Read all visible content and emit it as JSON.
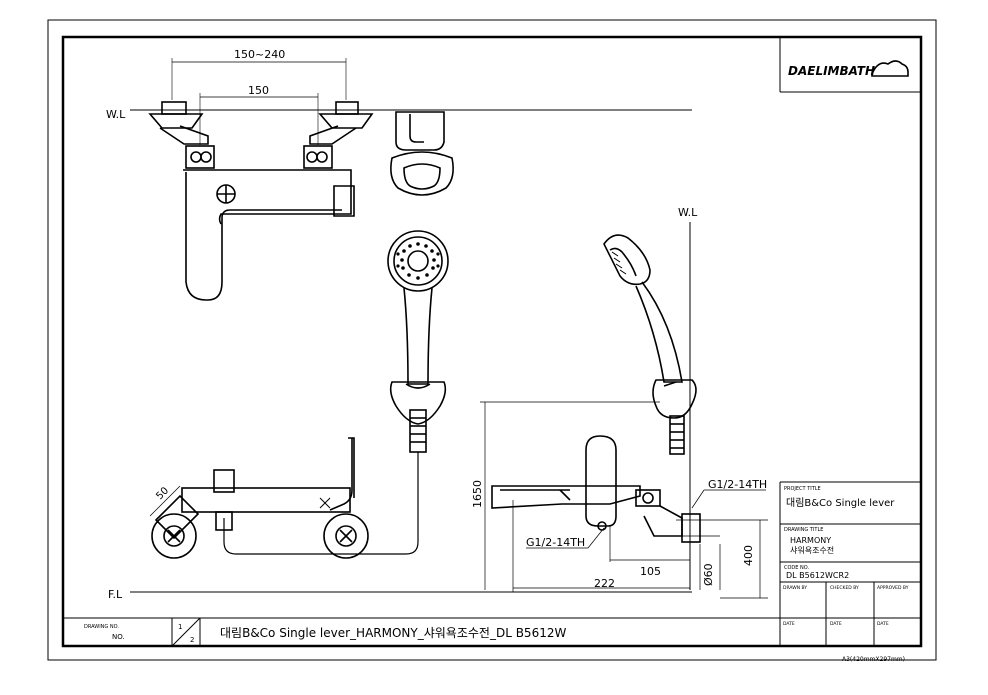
{
  "header": {
    "logo_text": "DAELIMBATH"
  },
  "dimensions": {
    "range_150_240": "150~240",
    "d150": "150",
    "wl_left": "W.L",
    "wl_right": "W.L",
    "fl": "F.L",
    "d50": "50",
    "d1650": "1650",
    "thread_top": "G1/2-14TH",
    "thread_bottom": "G1/2-14TH",
    "d105": "105",
    "d222": "222",
    "d60": "Ø60",
    "d400": "400"
  },
  "title_block": {
    "project_title_label": "PROJECT TITLE",
    "project_title": "대림B&Co Single lever",
    "drawing_title_label": "DRAWING TITLE",
    "drawing_title_1": "HARMONY",
    "drawing_title_2": "샤워욕조수전",
    "code_no_label": "CODE NO.",
    "code_no": "DL B5612WCR2",
    "drawn_by": "DRAWN BY",
    "checked_by": "CHECKED BY",
    "approved_by": "APPROVED BY",
    "date1": "DATE",
    "date2": "DATE",
    "date3": "DATE"
  },
  "bottom_bar": {
    "drawing_no_label": "DRAWING NO.",
    "no_label": "NO.",
    "sheet_top": "1",
    "sheet_bottom": "2",
    "title": "대림B&Co Single lever_HARMONY_샤워욕조수전_DL B5612W"
  },
  "paper_size": "A3(420mmX297mm)"
}
